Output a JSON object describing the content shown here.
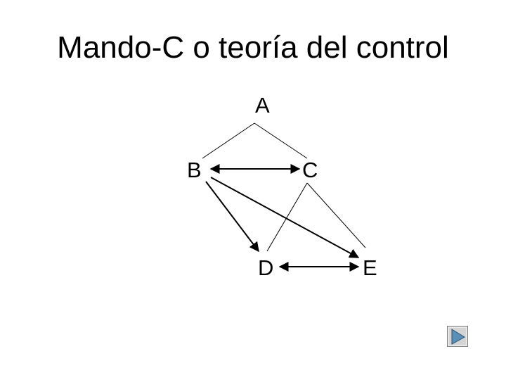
{
  "slide": {
    "title": "Mando-C o teoría del control"
  },
  "diagram": {
    "nodes": {
      "A": "A",
      "B": "B",
      "C": "C",
      "D": "D",
      "E": "E"
    },
    "edges": [
      {
        "from": "A",
        "to": "B",
        "style": "line"
      },
      {
        "from": "A",
        "to": "C",
        "style": "line"
      },
      {
        "from": "B",
        "to": "C",
        "style": "double-arrow"
      },
      {
        "from": "B",
        "to": "D",
        "style": "arrow"
      },
      {
        "from": "B",
        "to": "E",
        "style": "arrow"
      },
      {
        "from": "C",
        "to": "D",
        "style": "line"
      },
      {
        "from": "C",
        "to": "E",
        "style": "line"
      },
      {
        "from": "D",
        "to": "E",
        "style": "double-arrow"
      }
    ]
  },
  "navigation": {
    "next_icon": "play-triangle-icon"
  }
}
